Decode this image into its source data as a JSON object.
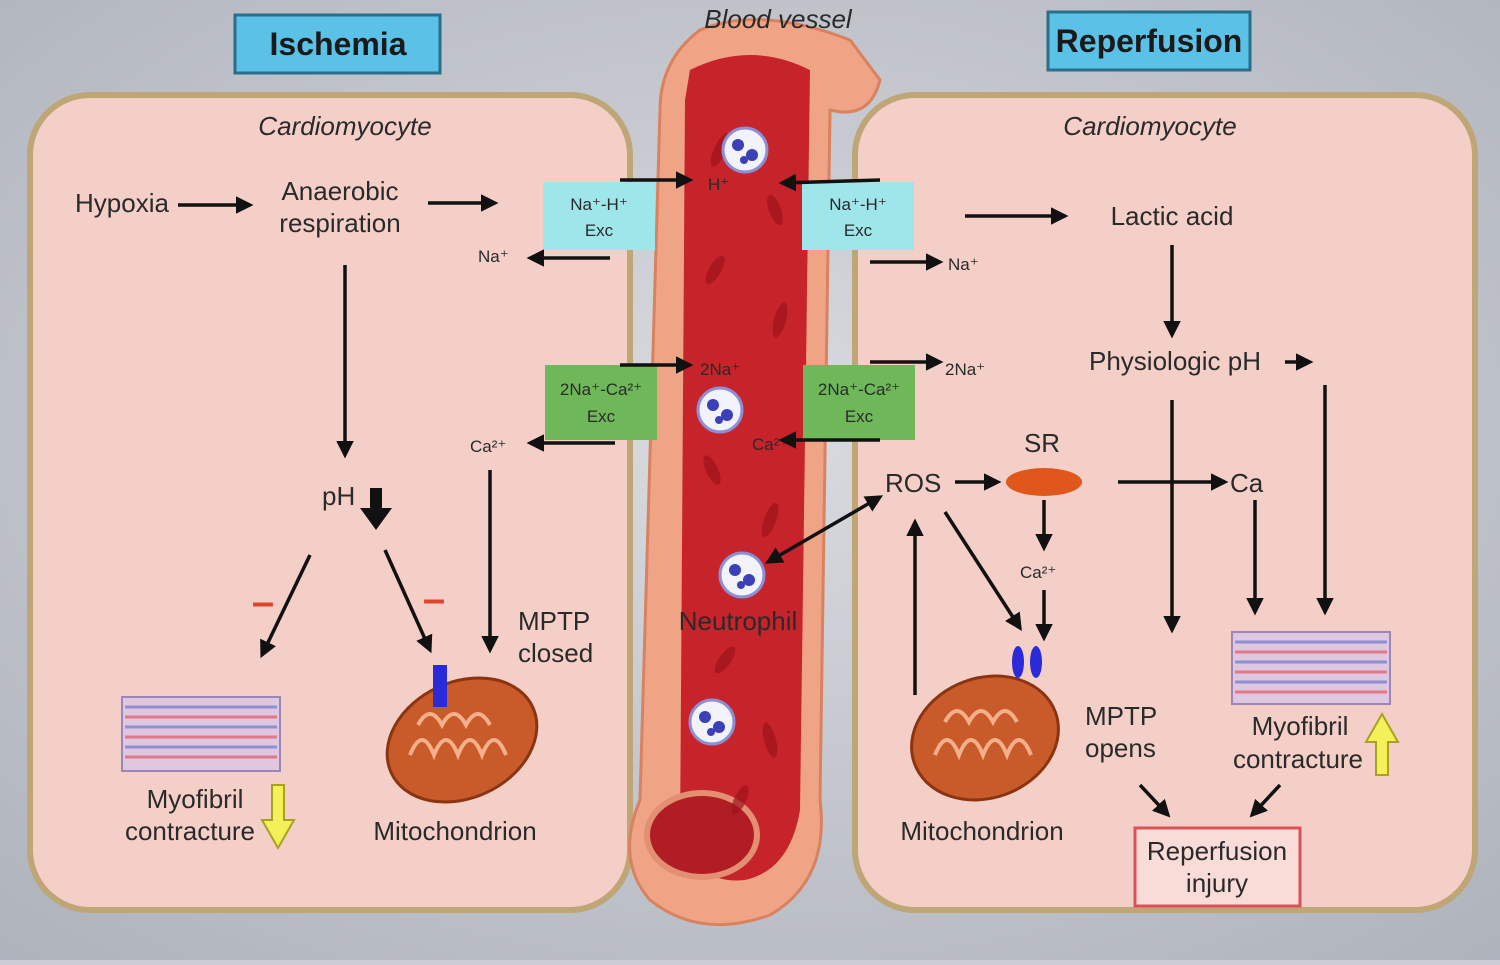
{
  "titles": {
    "ischemia": "Ischemia",
    "reperfusion": "Reperfusion",
    "blood_vessel": "Blood vessel"
  },
  "left_cell": {
    "name": "Cardiomyocyte",
    "hypoxia": "Hypoxia",
    "anaerobic_1": "Anaerobic",
    "anaerobic_2": "respiration",
    "ph": "pH",
    "na": "Na⁺",
    "ca": "Ca²⁺",
    "mptp_1": "MPTP",
    "mptp_2": "closed",
    "myofibril_1": "Myofibril",
    "myofibril_2": "contracture",
    "mitochondrion": "Mitochondrion",
    "minus": "–"
  },
  "exchangers": {
    "nh_1": "Na⁺-H⁺",
    "nh_2": "Exc",
    "nca_1": "2Na⁺-Ca²⁺",
    "nca_2": "Exc"
  },
  "vessel": {
    "h": "H⁺",
    "two_na": "2Na⁺",
    "ca": "Ca²⁺",
    "neutrophil": "Neutrophil"
  },
  "right_cell": {
    "name": "Cardiomyocyte",
    "lactic_acid": "Lactic acid",
    "physiologic_ph": "Physiologic pH",
    "na": "Na⁺",
    "two_na": "2Na⁺",
    "ros": "ROS",
    "sr": "SR",
    "ca": "Ca",
    "ca2": "Ca²⁺",
    "mptp_1": "MPTP",
    "mptp_2": "opens",
    "myofibril_1": "Myofibril",
    "myofibril_2": "contracture",
    "mitochondrion": "Mitochondrion",
    "injury_1": "Reperfusion",
    "injury_2": "injury"
  },
  "colors": {
    "cell_fill": "#f4cfc8",
    "cell_border": "#bfa676",
    "title_box": "#5bc1e6",
    "nh_box": "#9fe6ea",
    "nca_box": "#6fb85a",
    "vessel_wall": "#f0a486",
    "vessel_lumen": "#c7232b",
    "mito": "#c95a2a",
    "sr": "#e0571c",
    "yellow_arrow": "#f4f05a",
    "minus": "#e0432e"
  }
}
